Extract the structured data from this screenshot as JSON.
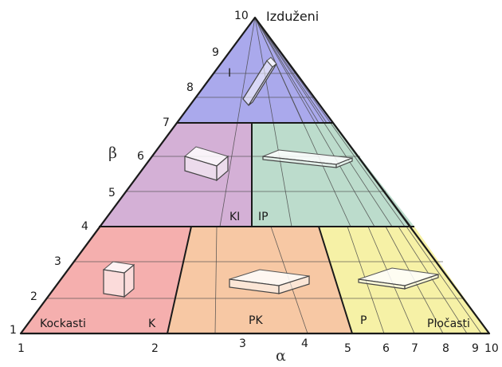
{
  "colors": {
    "elongated": "#aaa9ec",
    "cubic_elongated": "#d4b0d6",
    "elongated_platy": "#bcdccc",
    "cubic": "#f5afae",
    "platy_cubic": "#f7c8a4",
    "platy": "#f6f1a6"
  },
  "apex_label": "Izduženi",
  "beta_symbol": "β",
  "alpha_symbol": "α",
  "beta_ticks": [
    "1",
    "2",
    "3",
    "4",
    "5",
    "6",
    "7",
    "8",
    "9",
    "10"
  ],
  "alpha_ticks": [
    "1",
    "2",
    "3",
    "4",
    "5",
    "6",
    "7",
    "8",
    "9",
    "10"
  ],
  "zones": {
    "I": "I",
    "KI": "KI",
    "IP": "IP",
    "K": "K",
    "PK": "PK",
    "P": "P",
    "kockasti": "Kockasti",
    "plocasti": "Pločasti"
  },
  "icons": [
    "elongated-prism-icon",
    "cuboid-icon",
    "flat-bar-icon",
    "cube-icon",
    "slab-icon",
    "plate-icon"
  ]
}
